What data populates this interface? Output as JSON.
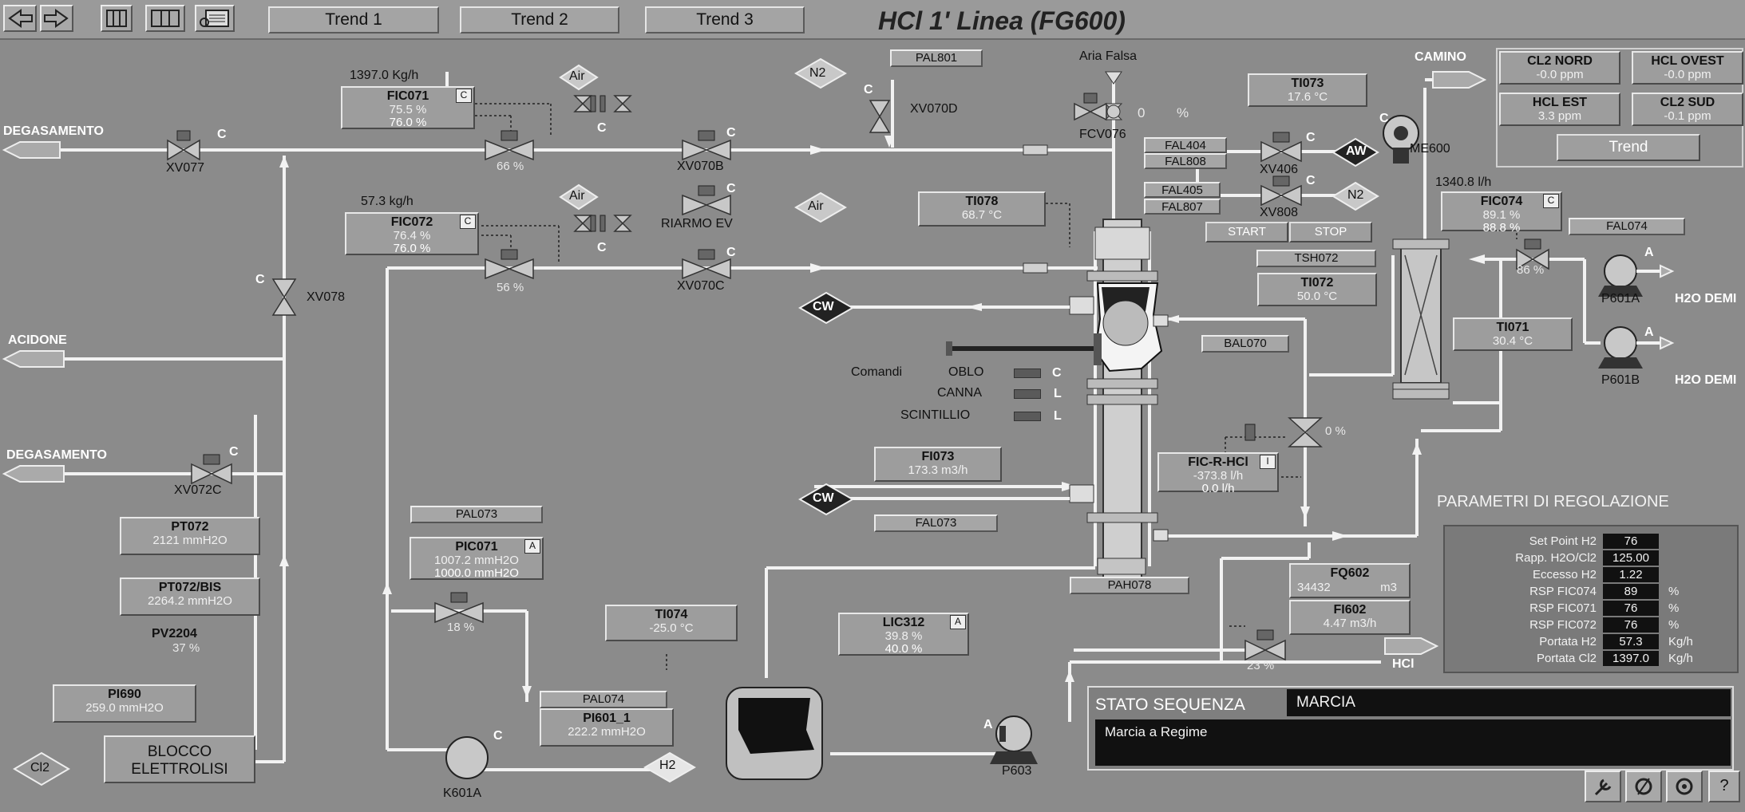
{
  "title": "HCl 1' Linea (FG600)",
  "tabs": [
    "Trend 1",
    "Trend 2",
    "Trend 3"
  ],
  "toolbar": {
    "back": "arrow-left-icon",
    "forward": "arrow-right-icon",
    "grid1": "panel-icon",
    "grid2": "split-panel-icon",
    "report": "report-icon"
  },
  "lines": {
    "degasamento1": "DEGASAMENTO",
    "acidone": "ACIDONE",
    "degasamento2": "DEGASAMENTO",
    "camino": "CAMINO",
    "aria_falsa": "Aria Falsa",
    "hcl_out": "HCl",
    "cl2": "Cl2",
    "h2": "H2",
    "air1": "Air",
    "air2": "Air",
    "air3": "Air",
    "n2a": "N2",
    "n2b": "N2",
    "aw": "AW",
    "cw1": "CW",
    "cw2": "CW",
    "h2o_demi_a": "H2O DEMI",
    "h2o_demi_b": "H2O DEMI"
  },
  "valves": {
    "xv077": {
      "name": "XV077",
      "mode": "C"
    },
    "xv078": {
      "name": "XV078",
      "mode": "C"
    },
    "xv072c": {
      "name": "XV072C",
      "mode": "C"
    },
    "xv070b": {
      "name": "XV070B",
      "mode": "C"
    },
    "xv070c": {
      "name": "XV070C",
      "mode": "C"
    },
    "xv070d": {
      "name": "XV070D",
      "mode": "C"
    },
    "riarmo": {
      "name": "RIARMO EV",
      "mode": "C"
    },
    "fcv076": {
      "name": "FCV076",
      "value": "0",
      "unit": "%"
    },
    "xv406": {
      "name": "XV406",
      "mode": "C"
    },
    "xv808": {
      "name": "XV808",
      "mode": "C"
    },
    "cv071_pos": "66  %",
    "cv072_pos": "56  %",
    "sv1_mode": "C",
    "sv2_mode": "C",
    "pcv071_pos": "18  %",
    "cv074_pos": "86  %",
    "cvhcl_pos": "0    %",
    "cv602_pos": "23  %"
  },
  "flows": {
    "fic071_top": "1397.0  Kg/h",
    "fic072_top": "57.3    kg/h",
    "fic074_top": "1340.8  l/h"
  },
  "instruments": {
    "fic071": {
      "tag": "FIC071",
      "mode": "C",
      "v1": "75.5 %",
      "v2": "76.0 %"
    },
    "fic072": {
      "tag": "FIC072",
      "mode": "C",
      "v1": "76.4 %",
      "v2": "76.0 %"
    },
    "ti073": {
      "tag": "TI073",
      "v": "17.6 °C"
    },
    "ti078": {
      "tag": "TI078",
      "v": "68.7 °C"
    },
    "fic074": {
      "tag": "FIC074",
      "mode": "C",
      "v1": "89.1 %",
      "v2": "88.8 %"
    },
    "ti072": {
      "tag": "TI072",
      "v": "50.0 °C"
    },
    "ti071": {
      "tag": "TI071",
      "v": "30.4 °C"
    },
    "fi073": {
      "tag": "FI073",
      "v": "173.3 m3/h"
    },
    "ficrhcl": {
      "tag": "FIC-R-HCl",
      "mode": "I",
      "v1": "-373.8 l/h",
      "v2": "0.0 l/h"
    },
    "pt072": {
      "tag": "PT072",
      "v": "2121 mmH2O"
    },
    "pt072bis": {
      "tag": "PT072/BIS",
      "v": "2264.2 mmH2O"
    },
    "pv2204": {
      "tag": "PV2204",
      "v": "37  %"
    },
    "pi690": {
      "tag": "PI690",
      "v": "259.0 mmH2O"
    },
    "pic071": {
      "tag": "PIC071",
      "mode": "A",
      "v1": "1007.2 mmH2O",
      "v2": "1000.0 mmH2O"
    },
    "pi601": {
      "tag": "PI601_1",
      "v": "222.2 mmH2O"
    },
    "ti074": {
      "tag": "TI074",
      "v": "-25.0 °C"
    },
    "lic312": {
      "tag": "LIC312",
      "mode": "A",
      "v1": "39.8 %",
      "v2": "40.0 %"
    },
    "fq602": {
      "tag": "FQ602",
      "v": "34432",
      "unit": "m3"
    },
    "fi602": {
      "tag": "FI602",
      "v": "4.47 m3/h"
    }
  },
  "alarms": {
    "pal801": "PAL801",
    "fal404": "FAL404",
    "fal808": "FAL808",
    "fal405": "FAL405",
    "fal807": "FAL807",
    "tsh072": "TSH072",
    "fal074": "FAL074",
    "bal070": "BAL070",
    "fal073": "FAL073",
    "pal073": "PAL073",
    "pal074": "PAL074",
    "pah078": "PAH078"
  },
  "buttons": {
    "start": "START",
    "stop": "STOP",
    "trend": "Trend"
  },
  "analyzers": {
    "cl2_nord": {
      "name": "CL2 NORD",
      "v": "-0.0 ppm"
    },
    "hcl_ovest": {
      "name": "HCL OVEST",
      "v": "-0.0 ppm"
    },
    "hcl_est": {
      "name": "HCL EST",
      "v": "3.3 ppm"
    },
    "cl2_sud": {
      "name": "CL2 SUD",
      "v": "-0.1 ppm"
    }
  },
  "equipment": {
    "me600": "ME600",
    "p601a": {
      "name": "P601A",
      "mode": "A"
    },
    "p601b": {
      "name": "P601B",
      "mode": "A"
    },
    "p603": {
      "name": "P603",
      "mode": "A"
    },
    "k601a": {
      "name": "K601A",
      "mode": "C"
    },
    "me600_mode": "C",
    "blocco": "BLOCCO ELETTROLISI"
  },
  "comandi": {
    "title": "Comandi",
    "items": [
      {
        "label": "OBLO",
        "state": "C"
      },
      {
        "label": "CANNA",
        "state": "L"
      },
      {
        "label": "SCINTILLIO",
        "state": "L"
      }
    ]
  },
  "parametri": {
    "title": "PARAMETRI DI REGOLAZIONE",
    "rows": [
      {
        "label": "Set Point H2",
        "value": "76",
        "unit": ""
      },
      {
        "label": "Rapp. H2O/Cl2",
        "value": "125.00",
        "unit": ""
      },
      {
        "label": "Eccesso H2",
        "value": "1.22",
        "unit": ""
      },
      {
        "label": "RSP FIC074",
        "value": "89",
        "unit": "%"
      },
      {
        "label": "RSP FIC071",
        "value": "76",
        "unit": "%"
      },
      {
        "label": "RSP FIC072",
        "value": "76",
        "unit": "%"
      },
      {
        "label": "Portata H2",
        "value": "57.3",
        "unit": "Kg/h"
      },
      {
        "label": "Portata Cl2",
        "value": "1397.0",
        "unit": "Kg/h"
      }
    ]
  },
  "sequenza": {
    "label": "STATO SEQUENZA",
    "state": "MARCIA",
    "message": "Marcia a Regime"
  },
  "footer_icons": [
    "wrench-icon",
    "ack-icon",
    "silence-icon",
    "help-icon"
  ],
  "footer_help": "?"
}
